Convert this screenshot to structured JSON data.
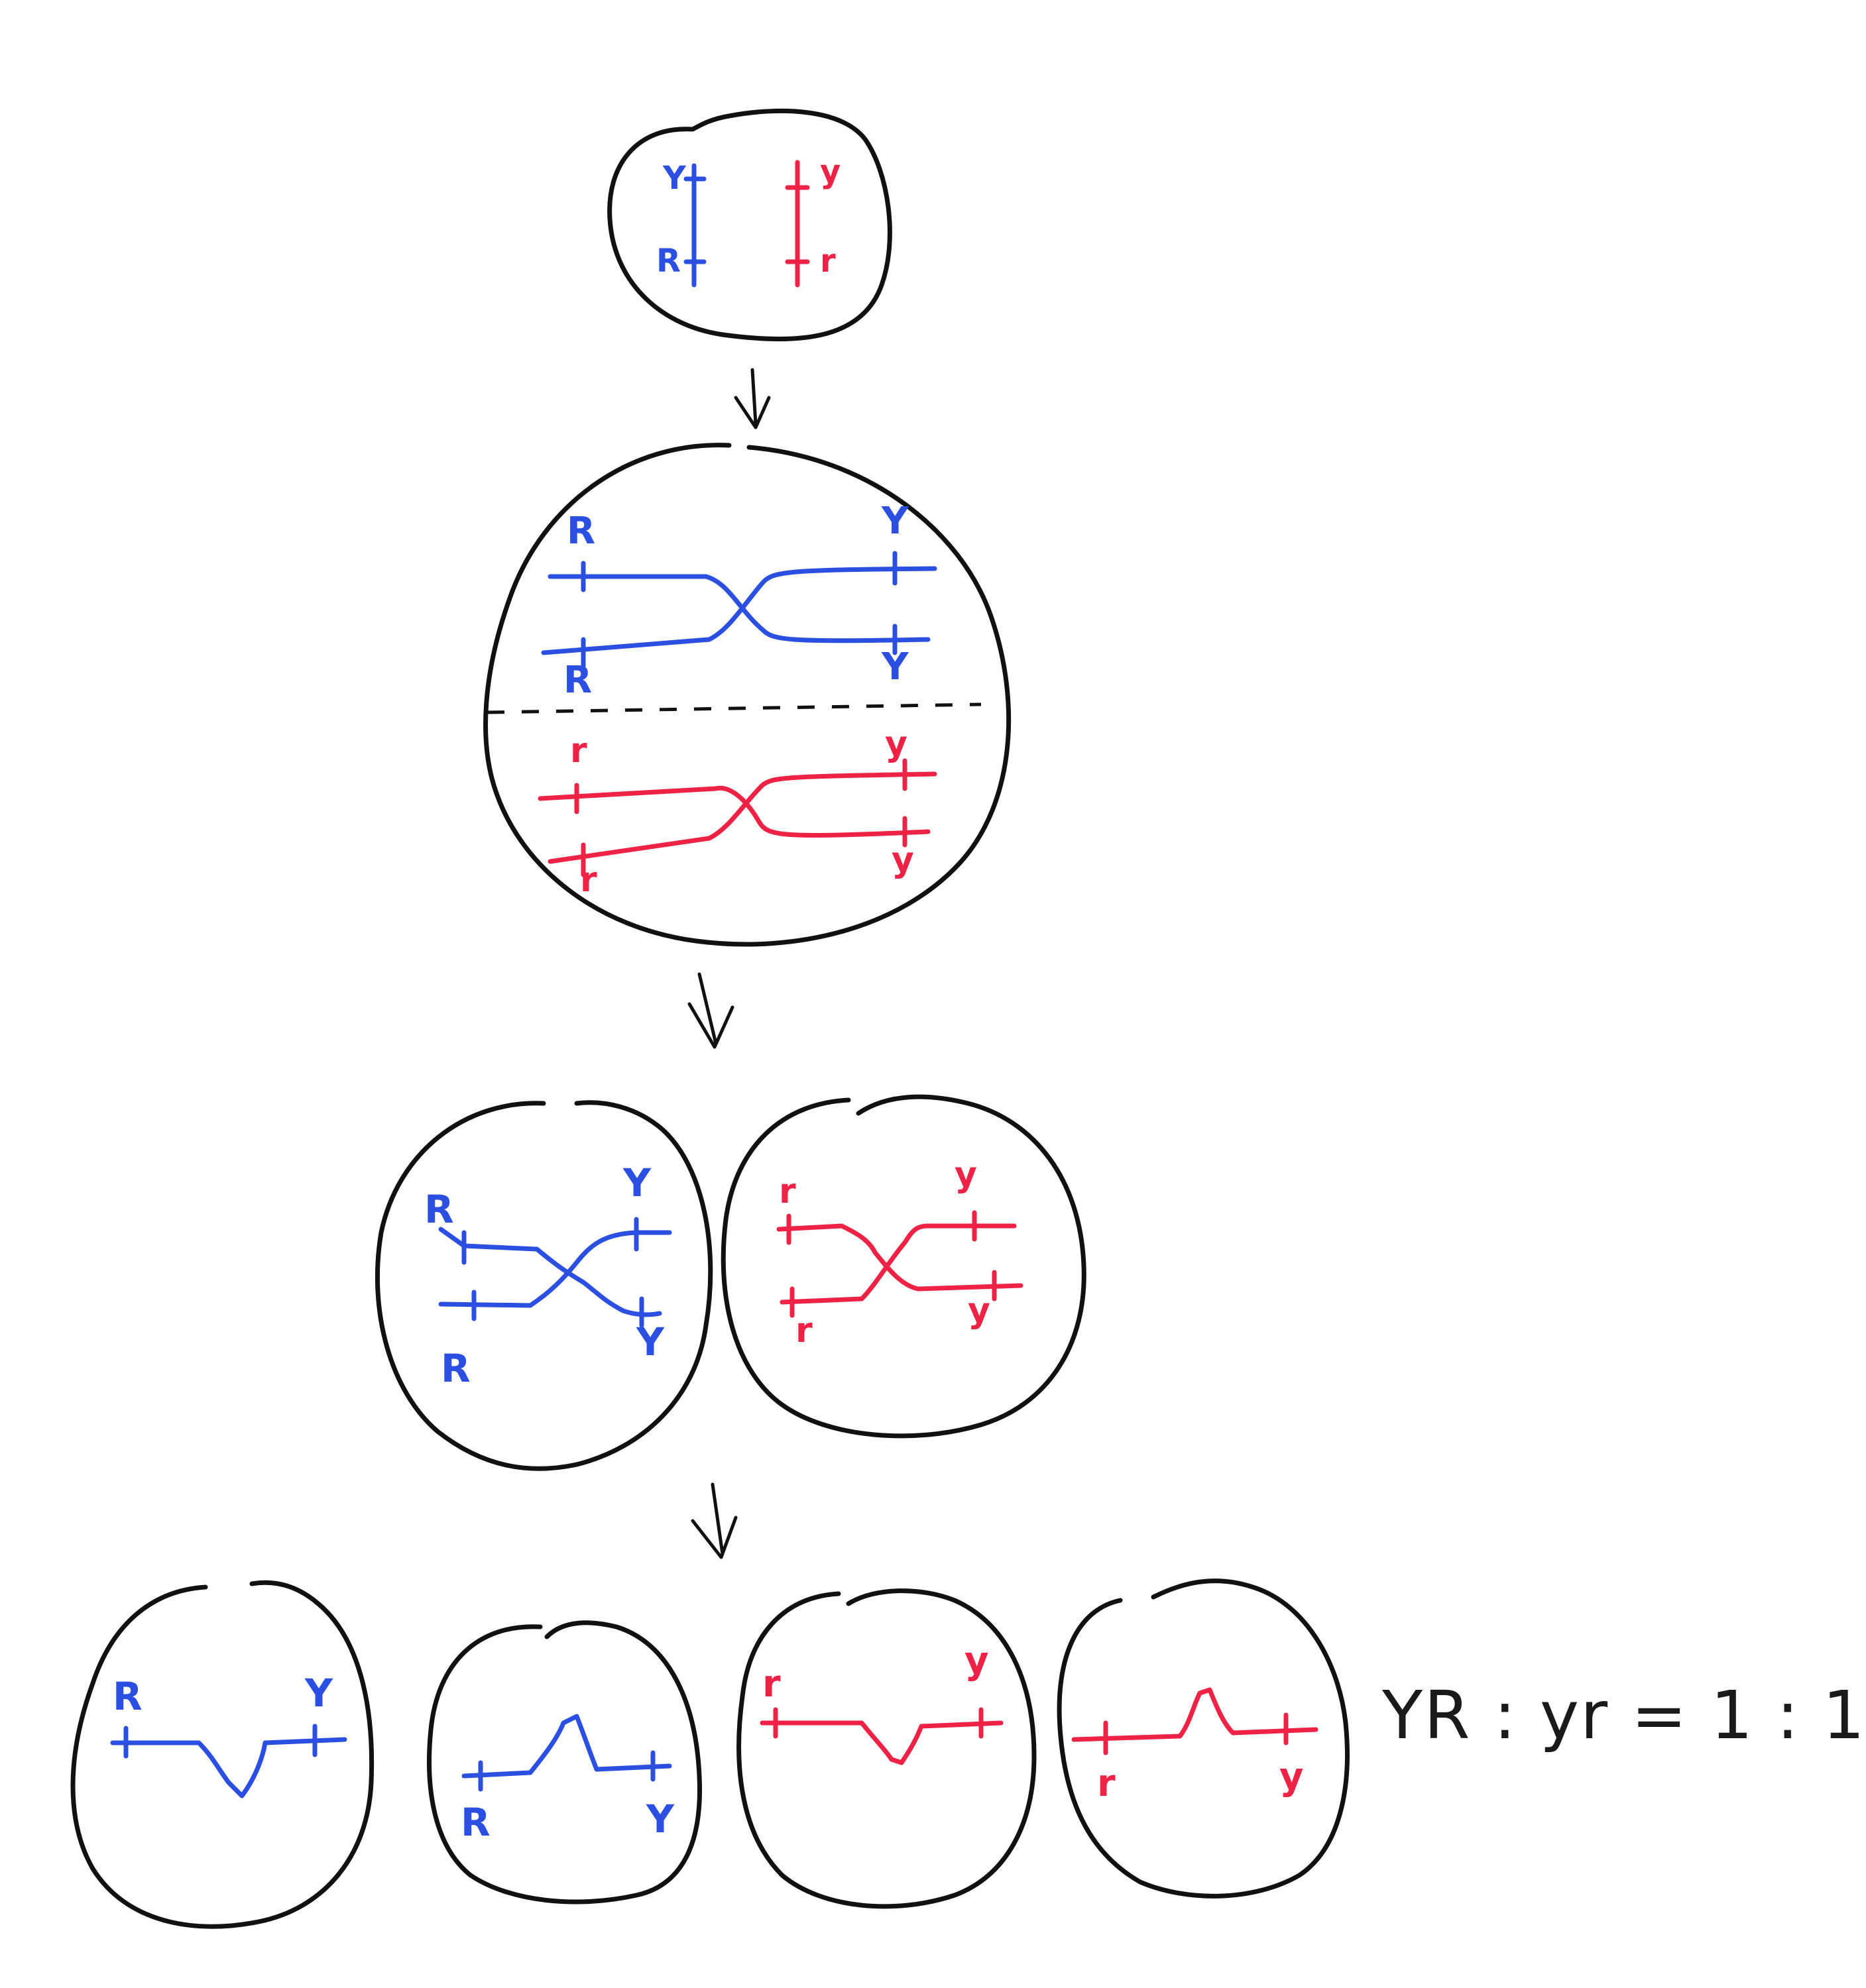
{
  "colors": {
    "blue": "#2b4fe0",
    "red": "#ee2244",
    "outline": "#111111"
  },
  "alleles": {
    "Y": "Y",
    "y": "y",
    "R": "R",
    "r": "r"
  },
  "ratio": "YR : yr = 1 : 1",
  "icons": [
    "down-arrow-icon"
  ]
}
